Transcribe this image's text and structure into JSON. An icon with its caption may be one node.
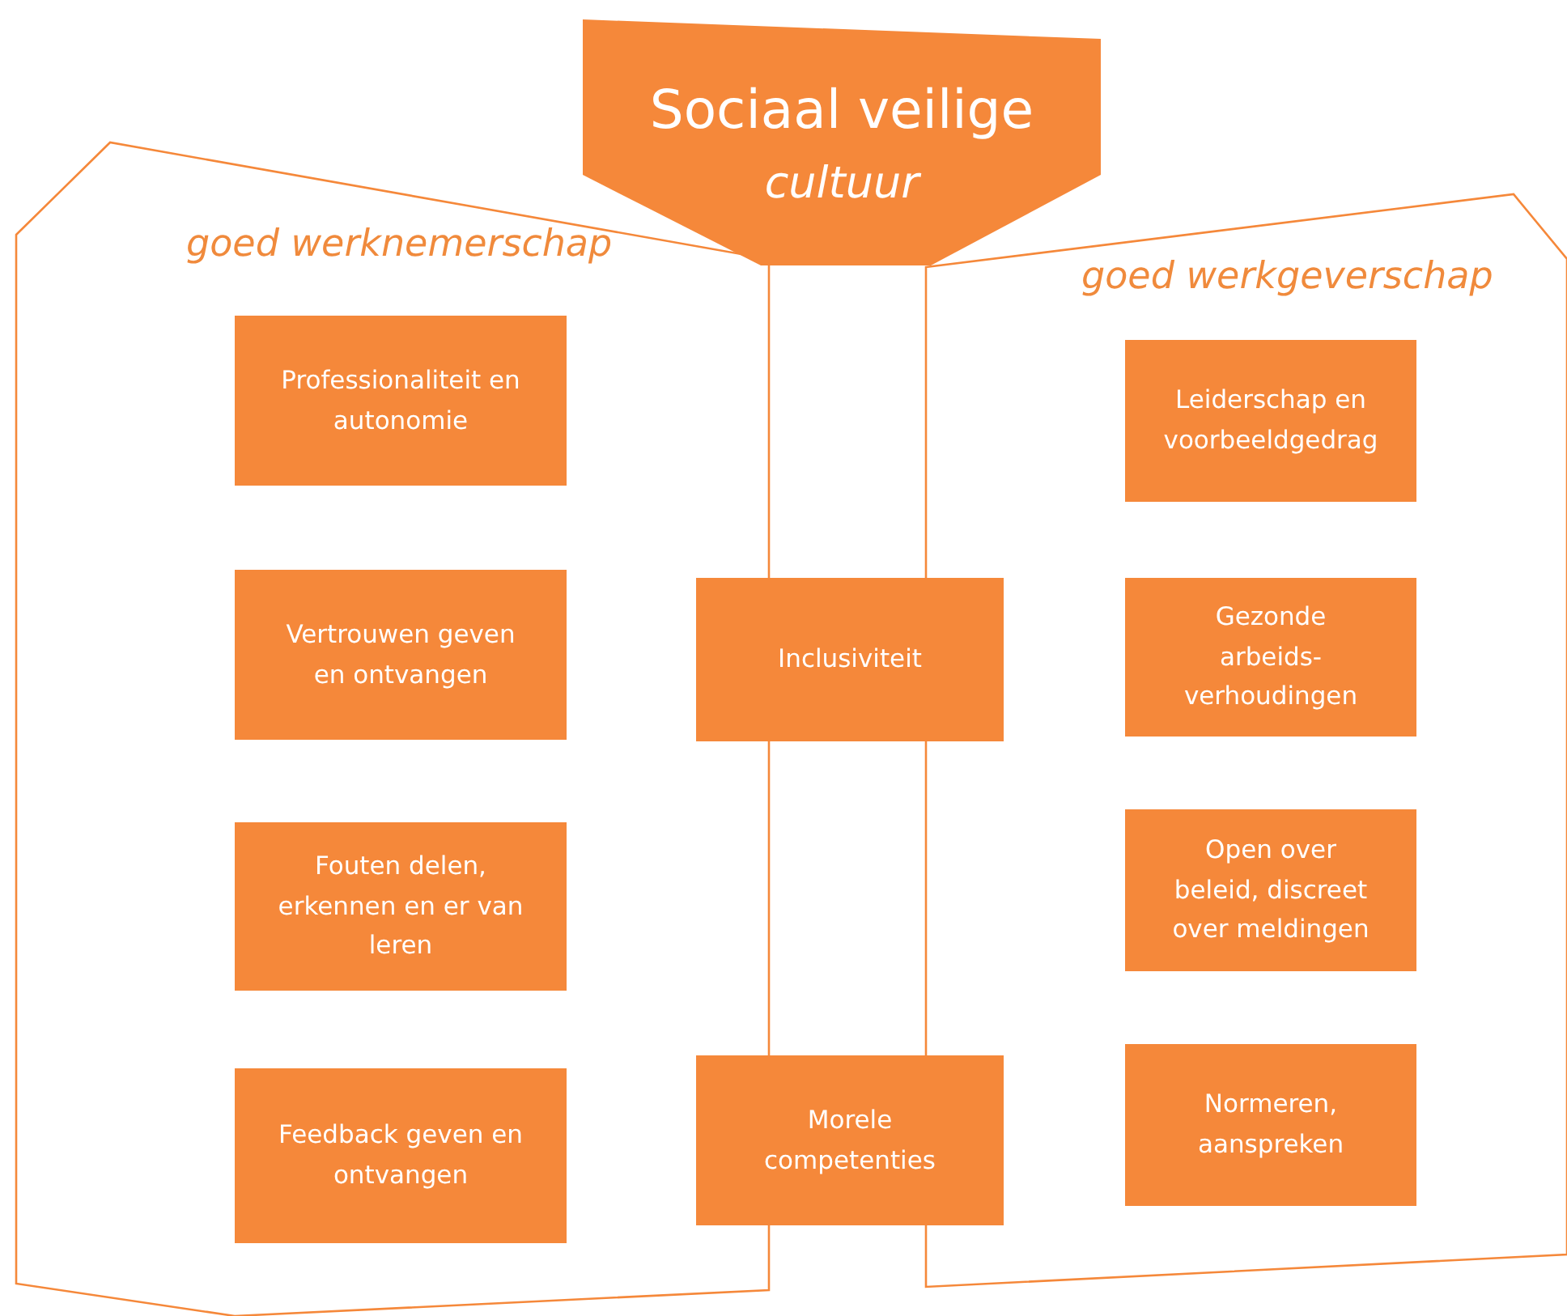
{
  "diagram": {
    "nodes": [
      {
        "text": [
          "goed werknemerschap"
        ]
      },
      {
        "text": [
          "Professionaliteit en autonomie"
        ],
        "in": 0
      },
      {
        "text": [
          "Vertrouwen geven en ontvangen"
        ],
        "in": 0
      },
      {
        "text": [
          "Fouten delen, erkennen en er van leren"
        ],
        "in": 0
      },
      {
        "text": [
          "Feedback geven en ontvangen"
        ],
        "in": 0
      },
      {
        "text": [
          "goed werkgeverschap"
        ]
      },
      {
        "text": [
          "Leiderschap en voorbeeldgedrag"
        ],
        "in": 5
      },
      {
        "text": [
          "Gezonde arbeids- verhoudingen"
        ],
        "in": 5
      },
      {
        "text": [
          "Open over beleid, discreet over meldingen"
        ],
        "in": 5
      },
      {
        "text": [
          "Normeren, aanspreken"
        ],
        "in": 5
      },
      {
        "text": [
          "Sociaal veilige",
          "cultuur"
        ]
      },
      {
        "text": [
          "Inclusiviteit"
        ]
      },
      {
        "text": [
          "Morele competenties"
        ]
      }
    ]
  }
}
